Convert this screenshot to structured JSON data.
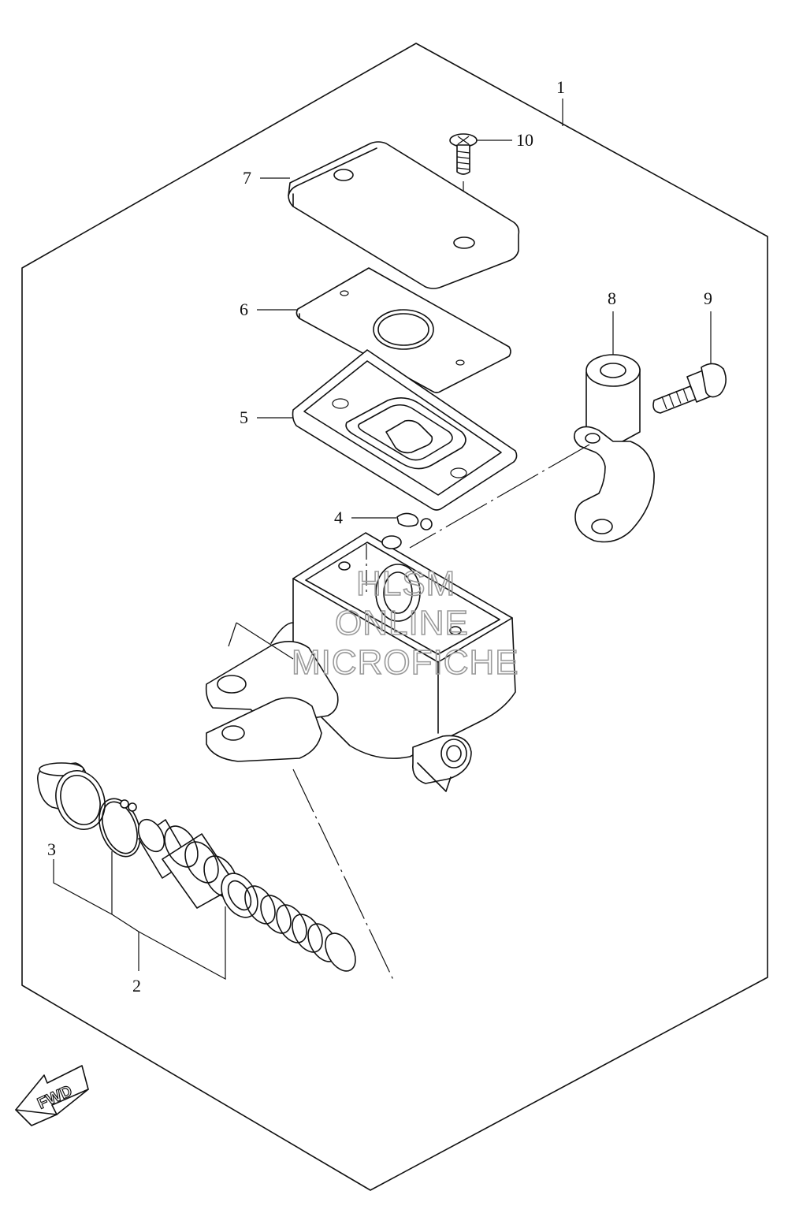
{
  "callouts": {
    "c1": "1",
    "c2": "2",
    "c3": "3",
    "c4": "4",
    "c5": "5",
    "c6": "6",
    "c7": "7",
    "c8": "8",
    "c9": "9",
    "c10": "10"
  },
  "watermark": {
    "line1": "HLSM",
    "line2": "ONLINE",
    "line3": "MICROFICHE"
  },
  "fwd_label": "FWD"
}
